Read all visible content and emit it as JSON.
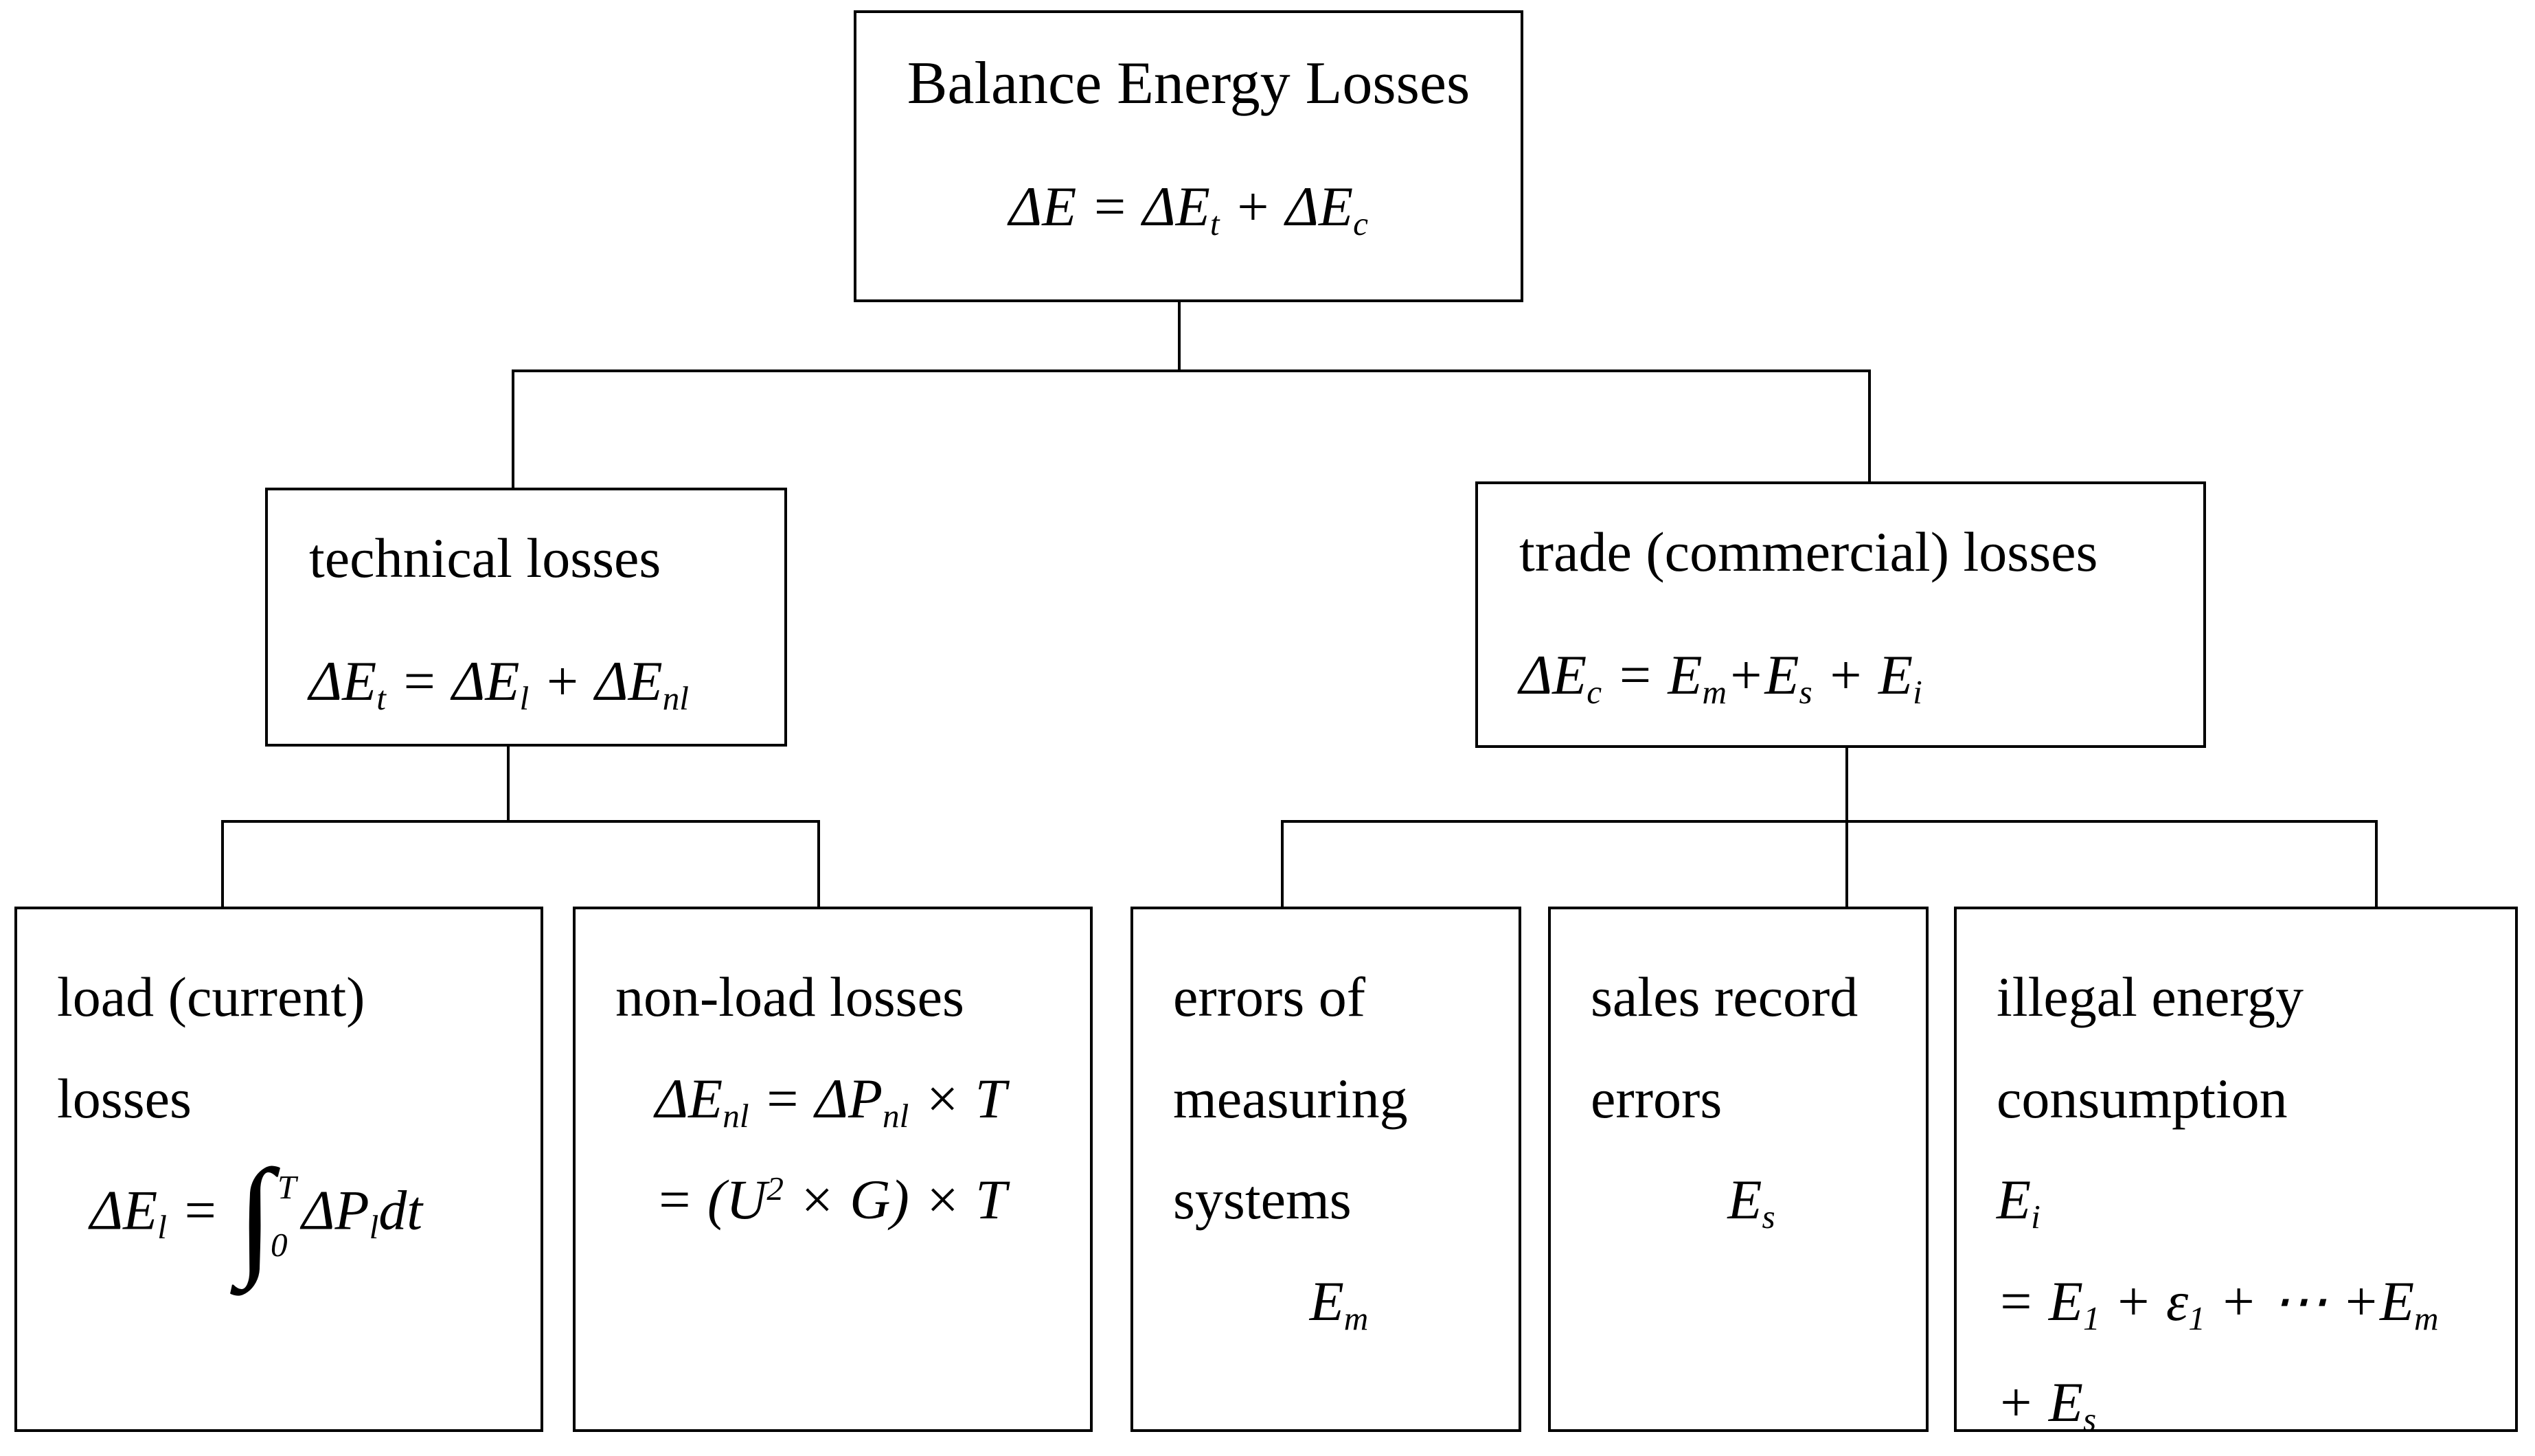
{
  "colors": {
    "background": "#ffffff",
    "line": "#000000",
    "text": "#000000"
  },
  "diagram": {
    "root": {
      "title": "Balance Energy Losses",
      "formula": [
        "ΔE = ΔE",
        "t",
        " + ΔE",
        "c"
      ]
    },
    "technical": {
      "title": "technical losses",
      "formula": [
        "ΔE",
        "t",
        " = ΔE",
        "l",
        " + ΔE",
        "nl"
      ]
    },
    "trade": {
      "title": "trade (commercial) losses",
      "formula": [
        "ΔE",
        "c",
        " = E",
        "m",
        "+E",
        "s",
        " + E",
        "i"
      ]
    },
    "load": {
      "title_lines": [
        "load (current)",
        "losses"
      ],
      "formula": {
        "lhs": "ΔE",
        "lhs_sub": "l",
        "eq": " = ",
        "integral": "∫",
        "upper": "T",
        "lower": "0",
        "integrand": "ΔP",
        "integrand_sub": "l",
        "differential": "dt"
      }
    },
    "nonload": {
      "title": "non-load losses",
      "formula1": [
        "ΔE",
        "nl",
        " = ΔP",
        "nl",
        " × T"
      ],
      "formula2": [
        "= (U",
        "2",
        " × G) × T"
      ]
    },
    "errors": {
      "title_lines": [
        "errors of",
        "measuring",
        "systems"
      ],
      "symbol": [
        "E",
        "m"
      ]
    },
    "sales": {
      "title_lines": [
        "sales record",
        "errors"
      ],
      "symbol": [
        "E",
        "s"
      ]
    },
    "illegal": {
      "title_lines": [
        "illegal energy",
        "consumption"
      ],
      "symbol": [
        "E",
        "i"
      ],
      "formula1": [
        "= E",
        "1",
        " + ε",
        "1",
        " + ⋯ +E",
        "m"
      ],
      "formula2": [
        "+ E",
        "s"
      ]
    }
  }
}
